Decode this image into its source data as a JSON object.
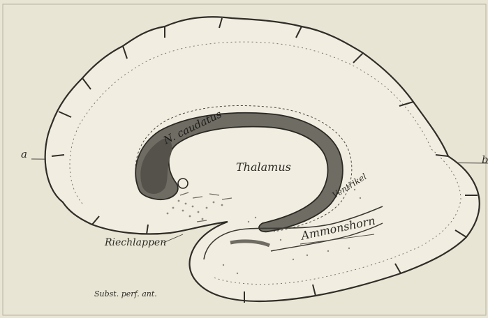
{
  "labels": {
    "a": "a",
    "b": "b",
    "caudatus": "N. caudatus",
    "thalamus": "Thalamus",
    "ventrikel": "Ventrikel",
    "ammonshorn": "Ammonshorn",
    "riechlappen": "Riechlappen",
    "subst": "Subst. perf. ant."
  },
  "colors": {
    "paper": "#e9e5d4",
    "ink": "#2b2a26",
    "nucleus_fill": "#6f6c64",
    "nucleus_light": "#a5a297",
    "cortex_fill": "#f1ede0"
  }
}
